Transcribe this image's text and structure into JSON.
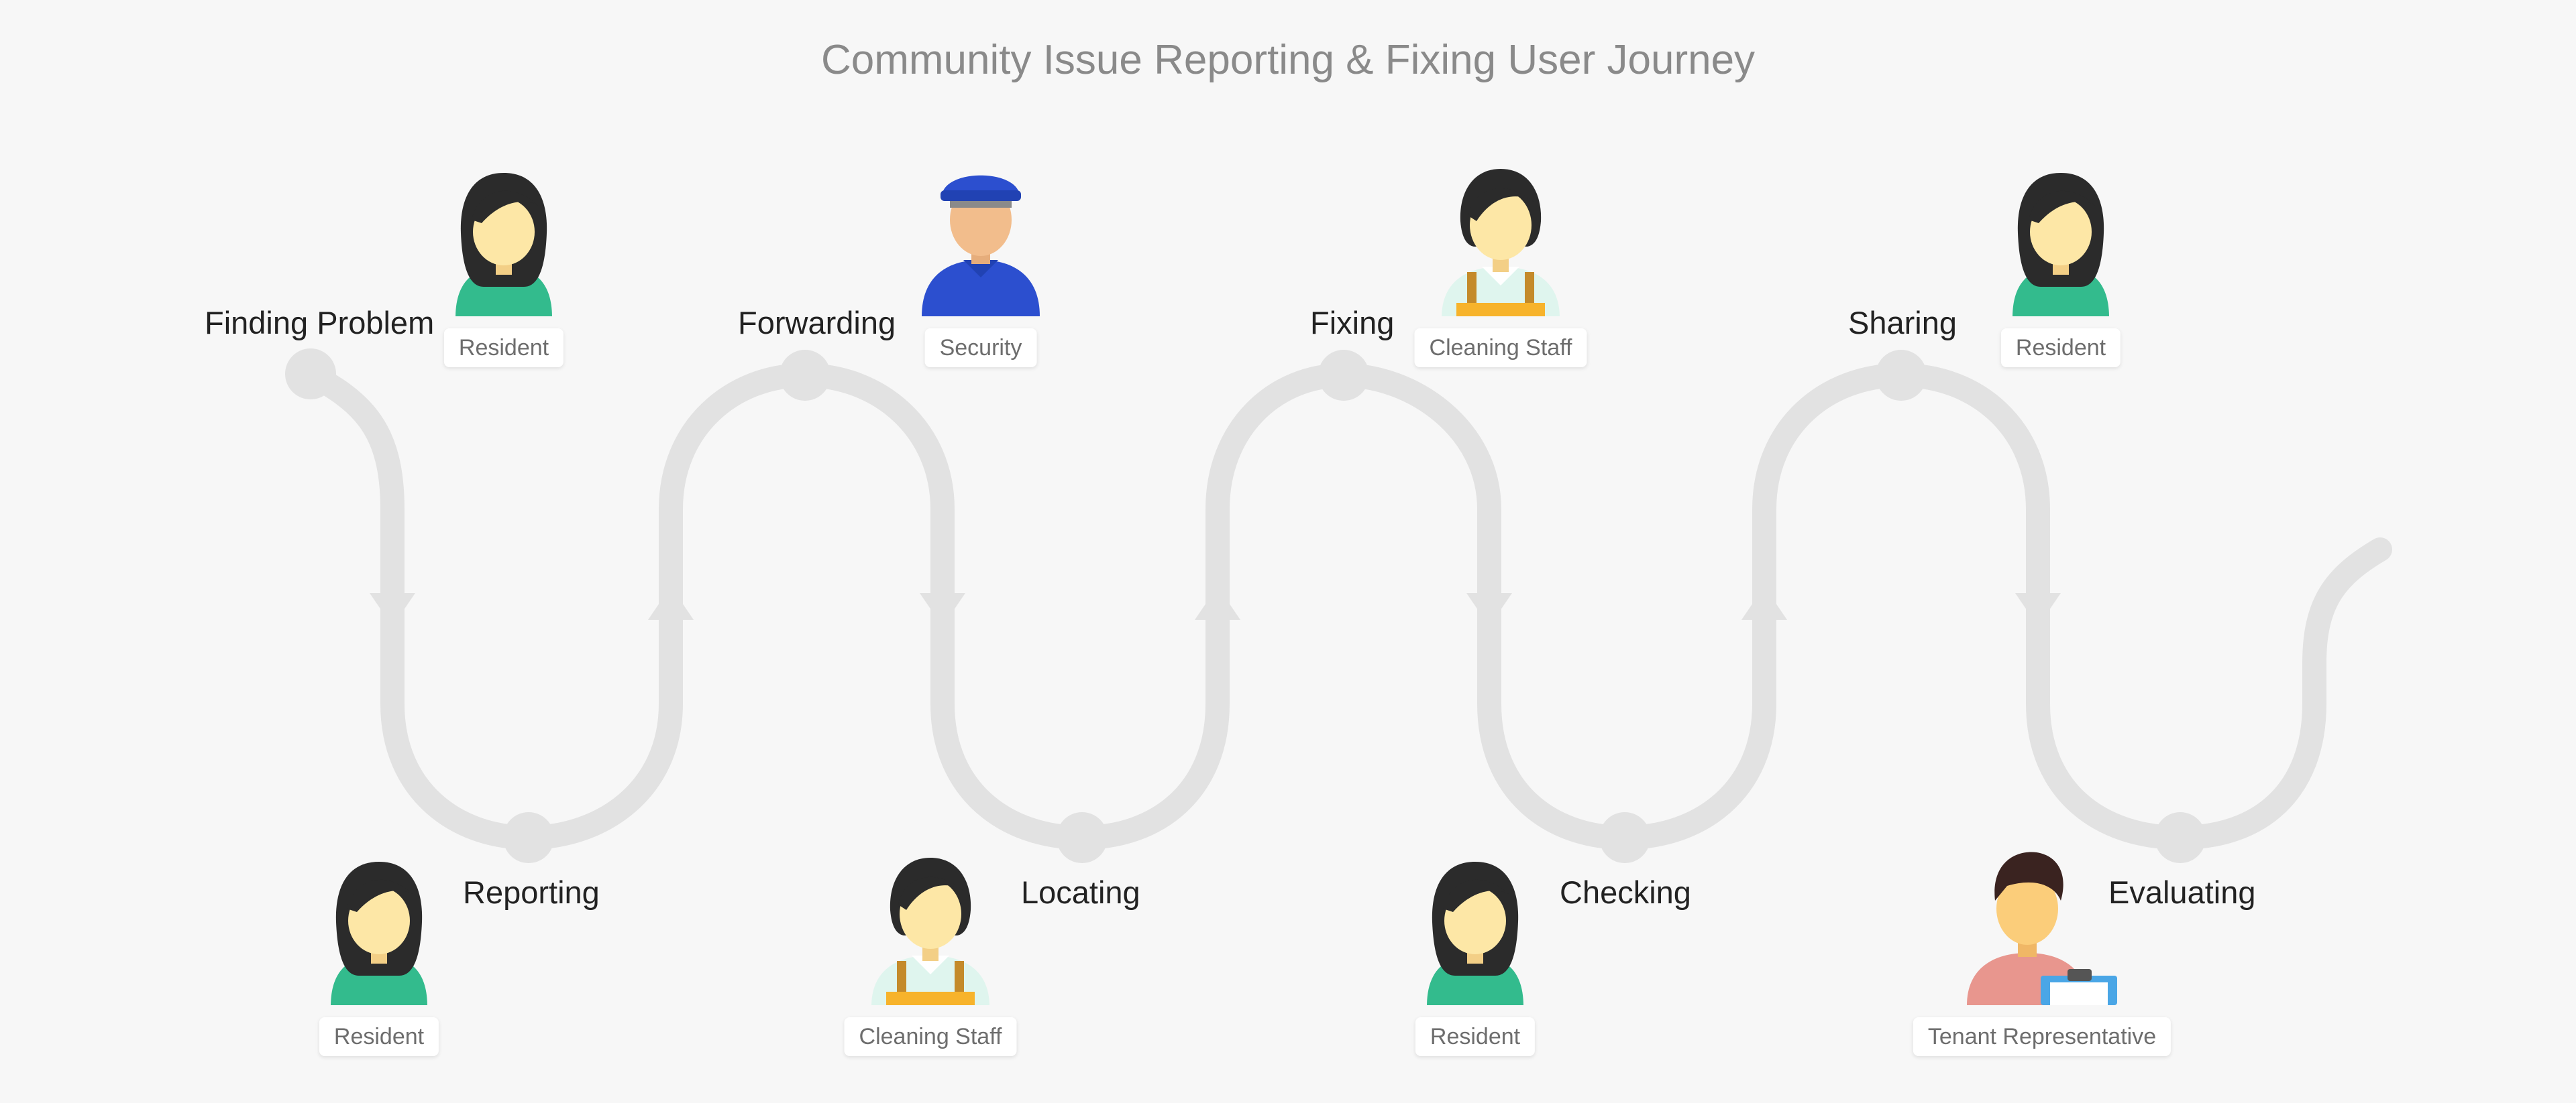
{
  "title": "Community Issue Reporting & Fixing User Journey",
  "steps": [
    {
      "label": "Finding Problem",
      "role": "Resident",
      "avatar": "resident-avatar"
    },
    {
      "label": "Reporting",
      "role": "Resident",
      "avatar": "resident-avatar"
    },
    {
      "label": "Forwarding",
      "role": "Security",
      "avatar": "security-avatar"
    },
    {
      "label": "Locating",
      "role": "Cleaning Staff",
      "avatar": "cleaning-staff-avatar"
    },
    {
      "label": "Fixing",
      "role": "Cleaning Staff",
      "avatar": "cleaning-staff-avatar"
    },
    {
      "label": "Checking",
      "role": "Resident",
      "avatar": "resident-avatar"
    },
    {
      "label": "Sharing",
      "role": "Resident",
      "avatar": "resident-avatar"
    },
    {
      "label": "Evaluating",
      "role": "Tenant Representative",
      "avatar": "tenant-representative-avatar"
    }
  ],
  "colors": {
    "path": "#e2e2e2",
    "title": "#8a8a8a",
    "shirt_green": "#33bb8d",
    "hair": "#2b2b2b",
    "skin": "#fde7a6",
    "security_blue": "#2c4fcf",
    "apron_orange": "#f7b32b",
    "tenant_pink": "#e8968e",
    "clipboard_blue": "#4aa6e6"
  }
}
